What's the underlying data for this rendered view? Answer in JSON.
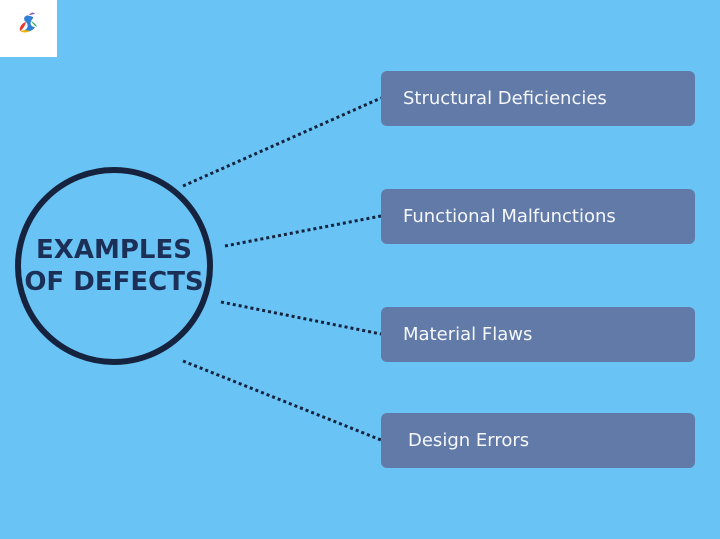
{
  "diagram": {
    "center_title": "EXAMPLES OF DEFECTS",
    "items": [
      {
        "label": "Structural Deficiencies"
      },
      {
        "label": "Functional Malfunctions"
      },
      {
        "label": "Material Flaws"
      },
      {
        "label": "Design Errors"
      }
    ]
  },
  "colors": {
    "background": "#69c3f4",
    "circle_border": "#16233f",
    "title_text": "#1c2f57",
    "box_fill": "#617aa8",
    "box_text": "#f6f8fc",
    "connector": "#16233f"
  },
  "logo": {
    "icon": "swan-logo-icon"
  }
}
